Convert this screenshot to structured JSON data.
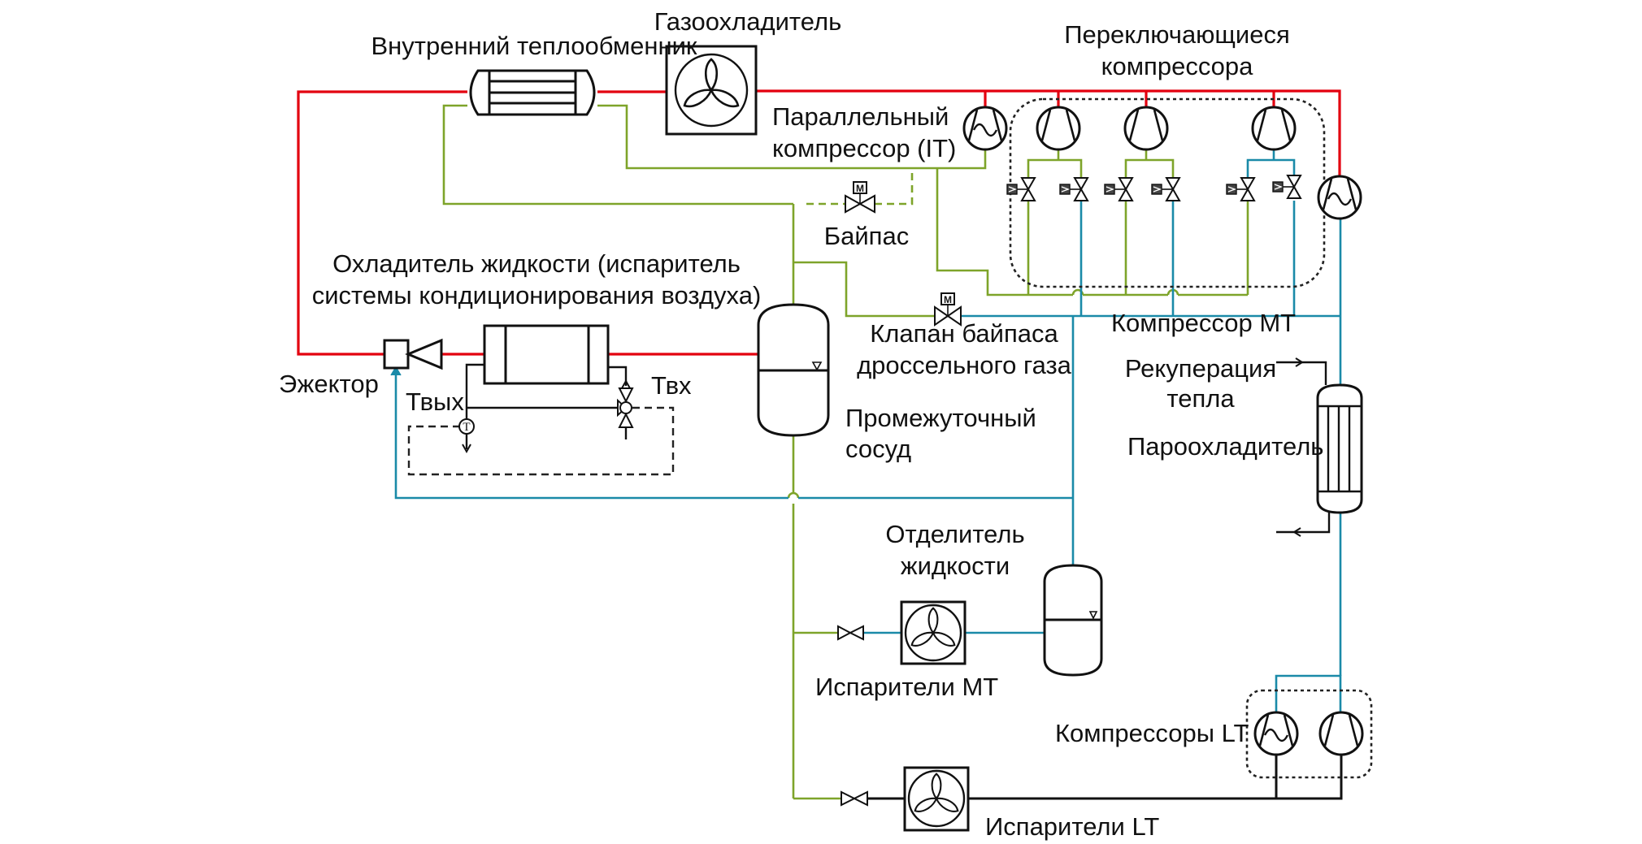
{
  "diagram": {
    "type": "CO2 transcritical refrigeration system schematic",
    "line_colors": {
      "high_pressure": "#e3000f",
      "intermediate_liquid": "#7ea42a",
      "suction_mt": "#1a8aa8",
      "lt_suction": "#111111"
    },
    "labels": {
      "internal_hx": "Внутренний теплообменник",
      "gas_cooler": "Газоохладитель",
      "switching_compressors_line1": "Переключающиеся",
      "switching_compressors_line2": "компрессора",
      "parallel_compressor_line1": "Параллельный",
      "parallel_compressor_line2": "компрессор (IT)",
      "bypass": "Байпас",
      "liquid_cooler_line1": "Охладитель жидкости (испаритель",
      "liquid_cooler_line2": "системы кондиционирования воздуха)",
      "flash_gas_valve_line1": "Клапан байпаса",
      "flash_gas_valve_line2": "дроссельного газа",
      "compressor_mt": "Компрессор MT",
      "heat_recovery_line1": "Рекуперация",
      "heat_recovery_line2": "тепла",
      "desuperheater": "Пароохладитель",
      "ejector": "Эжектор",
      "t_out": "Твых",
      "t_in": "Твх",
      "receiver_line1": "Промежуточный",
      "receiver_line2": "сосуд",
      "liquid_separator_line1": "Отделитель",
      "liquid_separator_line2": "жидкости",
      "evaporators_mt": "Испарители MT",
      "compressors_lt": "Компрессоры LT",
      "evaporators_lt": "Испарители LT"
    },
    "symbols": {
      "motor_valve": "M",
      "temperature_sensor": "T",
      "inverter": "~"
    },
    "components": [
      {
        "id": "internal-heat-exchanger",
        "icon": "shell-tube-hx-icon"
      },
      {
        "id": "gas-cooler",
        "icon": "fan-icon"
      },
      {
        "id": "parallel-compressor",
        "icon": "compressor-inverter-icon"
      },
      {
        "id": "switching-compressors",
        "icon": "compressor-icon",
        "count": 3
      },
      {
        "id": "mt-compressor",
        "icon": "compressor-inverter-icon"
      },
      {
        "id": "bypass-valve",
        "icon": "motor-valve-icon"
      },
      {
        "id": "flash-gas-bypass-valve",
        "icon": "motor-valve-icon"
      },
      {
        "id": "ejector",
        "icon": "ejector-icon"
      },
      {
        "id": "liquid-cooler",
        "icon": "plate-hx-icon"
      },
      {
        "id": "three-way-valve",
        "icon": "three-way-valve-icon"
      },
      {
        "id": "temperature-sensor",
        "icon": "sensor-icon"
      },
      {
        "id": "intermediate-receiver",
        "icon": "vessel-icon"
      },
      {
        "id": "desuperheater",
        "icon": "shell-tube-hx-icon"
      },
      {
        "id": "liquid-separator",
        "icon": "vessel-icon"
      },
      {
        "id": "mt-evaporator",
        "icon": "fan-icon"
      },
      {
        "id": "lt-evaporator",
        "icon": "fan-icon"
      },
      {
        "id": "lt-compressors",
        "icon": "compressor-icon",
        "count": 2
      }
    ]
  }
}
